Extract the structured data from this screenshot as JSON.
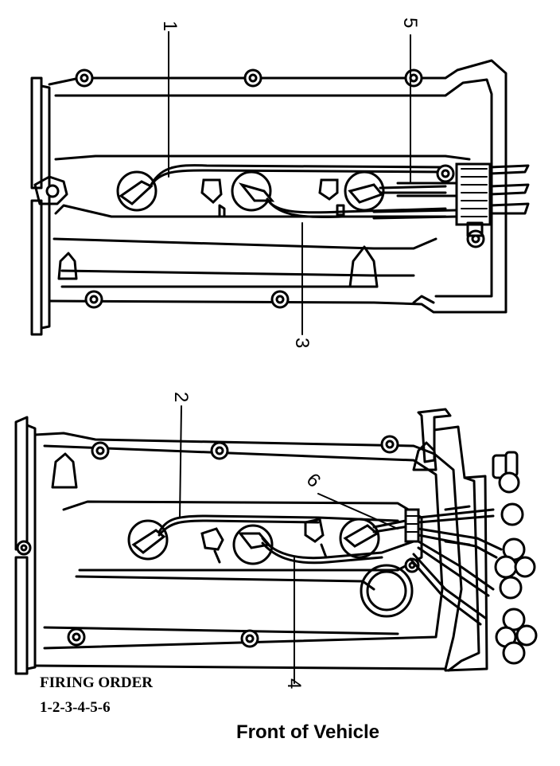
{
  "callouts": {
    "wire_1": "1",
    "wire_2": "2",
    "wire_3": "3",
    "wire_4": "4",
    "wire_5": "5",
    "wire_6": "6"
  },
  "firing_order": {
    "heading": "FIRING ORDER",
    "sequence": "1-2-3-4-5-6"
  },
  "orientation_label": "Front of Vehicle"
}
